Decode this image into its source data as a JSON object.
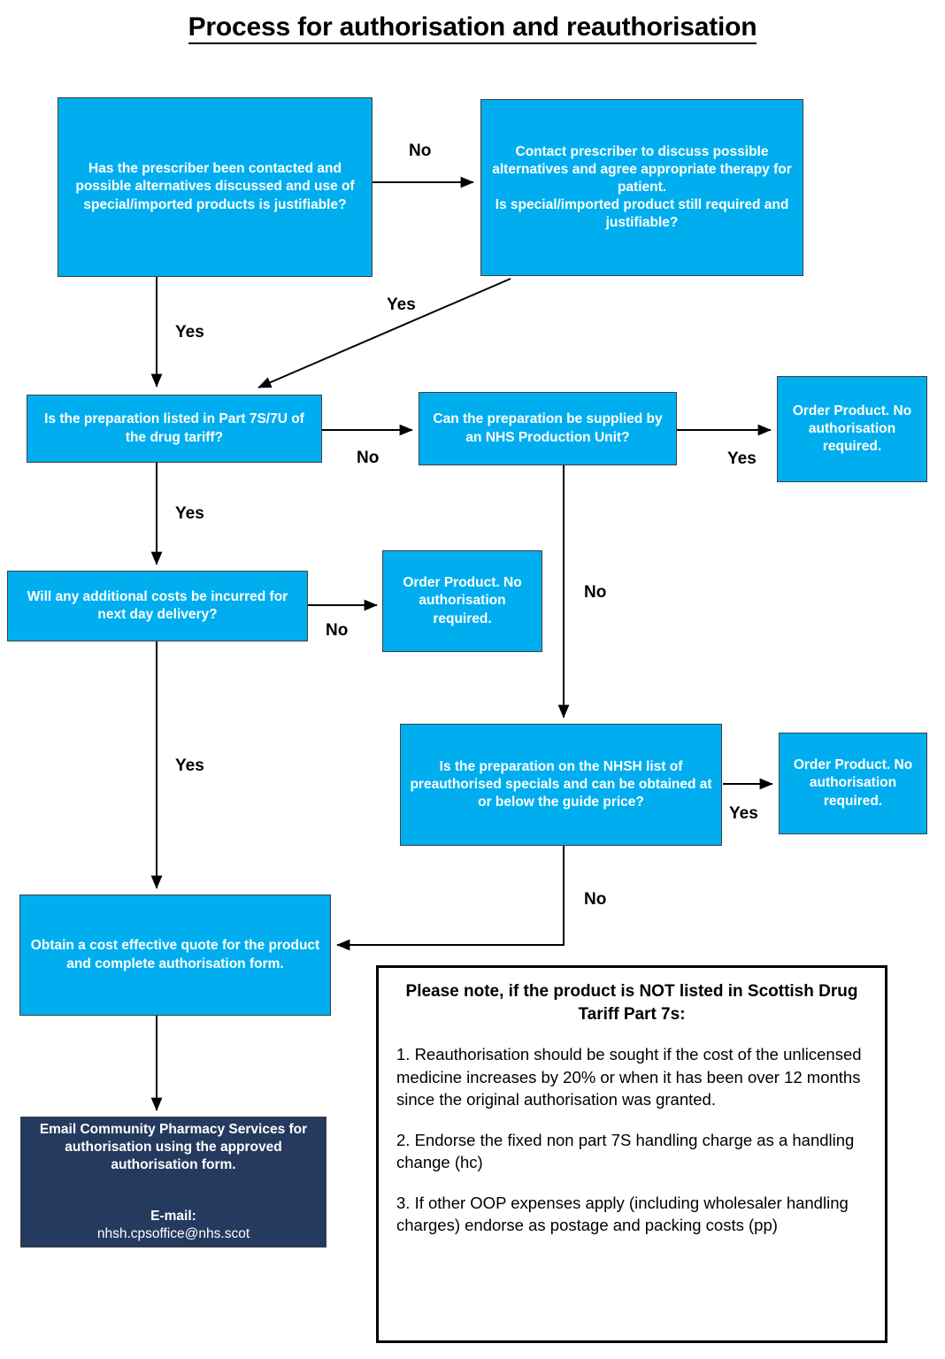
{
  "title": "Process for authorisation and reauthorisation",
  "theme": {
    "box_fill": "#00AEEF",
    "box_fill_navy": "#243A5E",
    "box_text": "#FFFFFF",
    "border": "#404040",
    "connector": "#000000",
    "page_background": "#FFFFFF",
    "note_border": "#000000"
  },
  "nodes": {
    "prescriber_contacted": "Has the prescriber been contacted and possible alternatives discussed and use of special/imported products is justifiable?",
    "contact_prescriber": "Contact prescriber to discuss possible alternatives and agree appropriate therapy for patient.\nIs special/imported product still required and justifiable?",
    "part_7s_7u": "Is the preparation listed in Part 7S/7U of the drug tariff?",
    "nhs_production_unit": "Can the preparation be supplied by an NHS Production Unit?",
    "order_product_1": "Order Product. No authorisation required.",
    "additional_costs": "Will any additional costs be incurred for next day delivery?",
    "order_product_2": "Order Product. No authorisation required.",
    "nhsh_preauthorised": "Is the preparation on the NHSH list of preauthorised specials and can be obtained at or below the guide price?",
    "order_product_3": "Order Product. No authorisation required.",
    "obtain_quote": "Obtain a cost effective quote for the product and complete authorisation form.",
    "email_cps_heading": "Email Community Pharmacy Services for authorisation using the approved authorisation form.",
    "email_label": "E-mail:",
    "email_address": "nhsh.cpsoffice@nhs.scot"
  },
  "edge_labels": {
    "no_to_contact": "No",
    "yes_from_contact": "Yes",
    "yes_prescriber_down": "Yes",
    "no_part7s_right": "No",
    "yes_production_right": "Yes",
    "yes_part7s_down": "Yes",
    "no_production_down": "No",
    "no_costs_right": "No",
    "yes_costs_down": "Yes",
    "yes_nhsh_right": "Yes",
    "no_nhsh_down": "No"
  },
  "note": {
    "heading": "Please note, if the product is NOT listed in Scottish Drug Tariff Part 7s:",
    "items": [
      "1.  Reauthorisation should be sought if the cost of the unlicensed medicine increases by 20% or when it has been over 12 months since the original authorisation was granted.",
      "2. Endorse the fixed non part 7S handling charge as a handling change (hc)",
      "3. If other OOP expenses apply (including wholesaler handling charges) endorse as postage and packing costs (pp)"
    ]
  }
}
